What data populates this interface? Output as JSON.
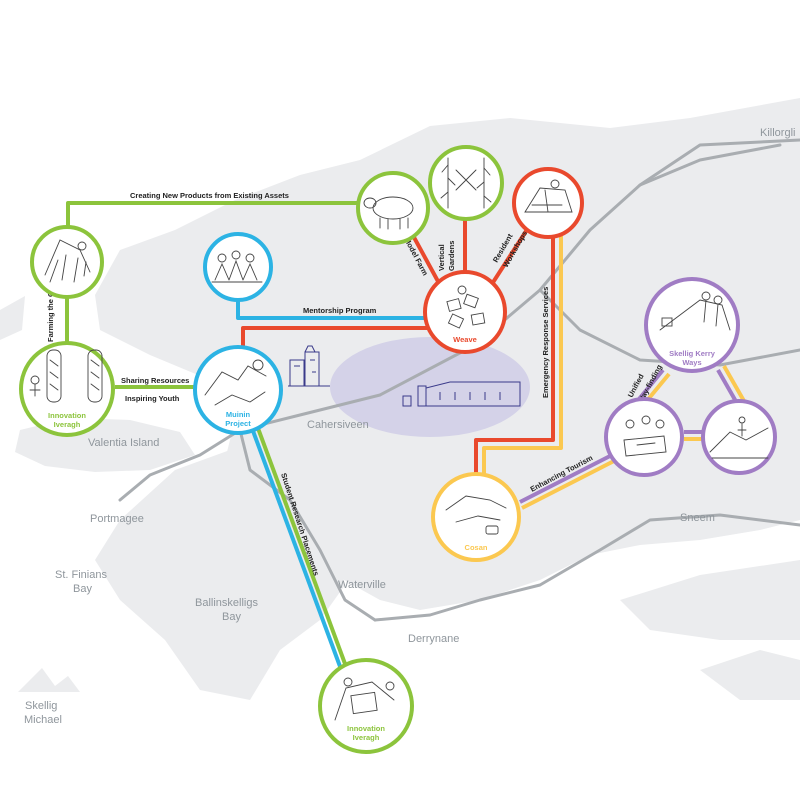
{
  "colors": {
    "green": "#8cc43c",
    "blue": "#2cb3e4",
    "red": "#e9492d",
    "yellow": "#fbc850",
    "purple": "#a07cc4",
    "land": "#ebecee",
    "road": "#a9adb1",
    "town": "#d4d2e8"
  },
  "places": {
    "killorglin": "Killorgli",
    "valentia": "Valentia Island",
    "cahersiveen": "Cahersiveen",
    "portmagee": "Portmagee",
    "st_finians": "St. Finians",
    "st_finians_bay": "Bay",
    "ballinskelligs": "Ballinskelligs",
    "ballinskelligs_bay": "Bay",
    "waterville": "Waterville",
    "derrynane": "Derrynane",
    "sneem": "Sneem",
    "skellig": "Skellig",
    "michael": "Michael"
  },
  "nodes": {
    "innovation_left_1": "Innovation",
    "innovation_left_2": "Iveragh",
    "muinin_1": "Muinin",
    "muinin_2": "Project",
    "weave": "Weave",
    "cosan": "Cosan",
    "skellig_ways_1": "Skellig Kerry",
    "skellig_ways_2": "Ways",
    "innovation_bottom_1": "Innovation",
    "innovation_bottom_2": "Iveragh"
  },
  "connections": {
    "creating": "Creating New Products from Existing Assets",
    "farming": "Farming the Ocean",
    "sharing": "Sharing Resources",
    "inspiring": "Inspiring Youth",
    "mentorship": "Mentorship Program",
    "model_farm": "Model Farm",
    "vertical_1": "Vertical",
    "vertical_2": "Gardens",
    "resident_1": "Resident",
    "resident_2": "Workshops",
    "emergency": "Emergency Response Services",
    "student": "Student Research Placements",
    "tourism": "Enhancing Tourism",
    "wayfinding_1": "Unified",
    "wayfinding_2": "Way-finding"
  },
  "icons": {
    "sheep": "sheep-sketch-icon",
    "gardens": "vertical-gardens-sketch-icon",
    "workshops": "workshop-sketch-icon",
    "seaweed": "ocean-farming-sketch-icon",
    "people": "people-sketch-icon",
    "hands": "hands-sketch-icon",
    "hiker": "hiker-sketch-icon",
    "map_reading": "map-reading-sketch-icon",
    "coast_walk": "coast-walk-sketch-icon"
  }
}
